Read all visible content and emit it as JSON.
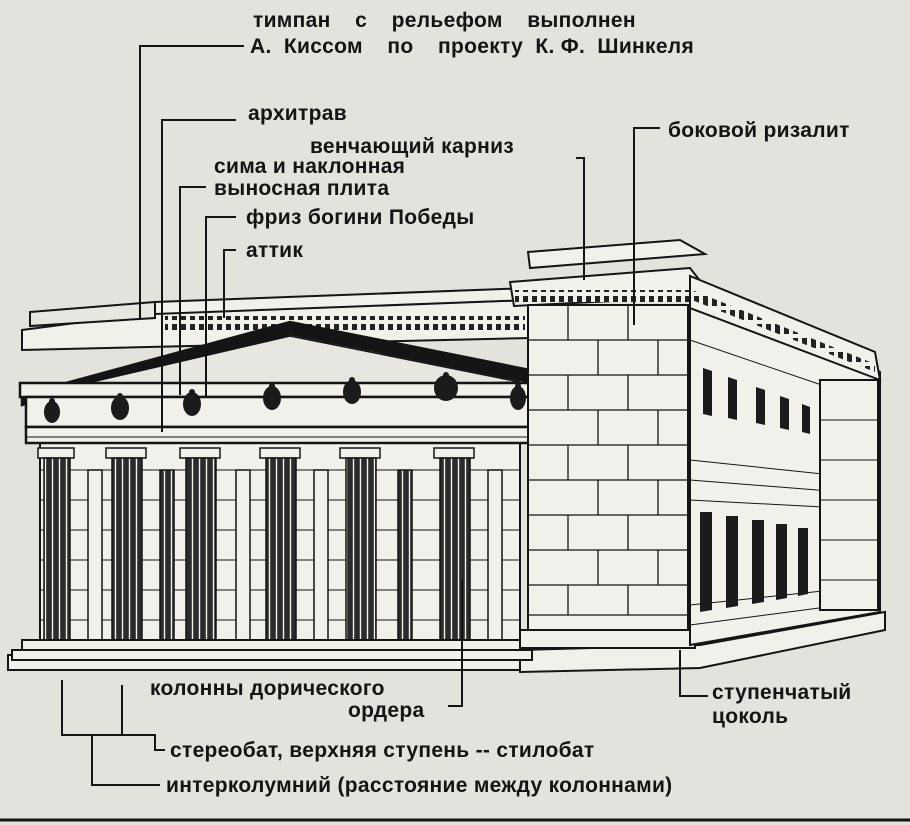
{
  "labels": {
    "tympanum_line1": "тимпан    с    рельефом    выполнен",
    "tympanum_line2": "А.  Киссом    по    проекту  К. Ф.  Шинкеля",
    "architrave": "архитрав",
    "cornice": "венчающий карниз",
    "side_risalit": "боковой ризалит",
    "sima_line1": "сима и наклонная",
    "sima_line2": "выносная плита",
    "frieze": "фриз богини Победы",
    "attic": "аттик",
    "columns_line1": "колонны дорического",
    "columns_line2": "ордера",
    "plinth_line1": "ступенчатый",
    "plinth_line2": "цоколь",
    "stereobate": "стереобат, верхняя ступень -- стилобат",
    "intercolumn": "интерколумний (расстояние между колоннами)"
  },
  "colors": {
    "ink": "#141414",
    "paper": "#e4e2dc",
    "stone": "#f2f0ea",
    "shadow": "#2a2a2a"
  }
}
